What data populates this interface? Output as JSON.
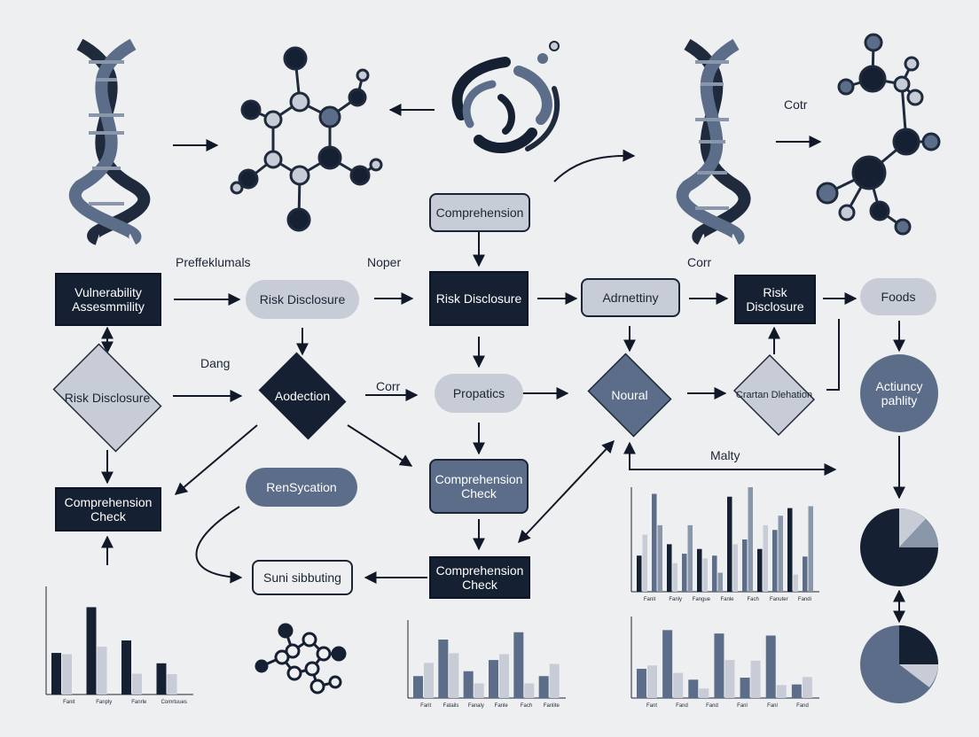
{
  "colors": {
    "dark": "#162033",
    "mid": "#5b6d88",
    "light": "#c7ccd6",
    "background": "#eeeff1"
  },
  "labels": {
    "prefix_label": "Preffeklumals",
    "noper": "Noper",
    "corr_top": "Corr",
    "cotr": "Cotr",
    "dang": "Dang",
    "corr_mid": "Corr",
    "malty": "Malty"
  },
  "nodes": {
    "comprehension_top": "Comprehension",
    "vulnerability": "Vulnerability Assesmmility",
    "risk_disclosure_1": "Risk Disclosure",
    "risk_disclosure_2": "Risk Disclosure",
    "adrnettiny": "Adrnettiny",
    "risk_disclosure_3": "Risk Disclosure",
    "foods": "Foods",
    "risk_disclosure_diamond": "Risk Disclosure",
    "aodection": "Aodection",
    "propatics": "Propatics",
    "noural": "Noural",
    "crartan": "Crartan Dlehation",
    "actiuncy": "Actiuncy pahlity",
    "comprehension_check_left": "Comprehension Check",
    "rensycation": "RenSycation",
    "comprehension_check_mid": "Comprehension Check",
    "suni_sibuting": "Suni sibbuting",
    "comprehension_check_bottom": "Comprehension Check"
  },
  "icons": [
    "dna-helix-icon",
    "molecule-icon",
    "swirl-icon",
    "pie-chart-icon",
    "network-icon"
  ],
  "chart_data": [
    {
      "type": "bar",
      "categories": [
        "Fanit",
        "Fanply",
        "Fanrle",
        "Comrtuues"
      ],
      "series": [
        {
          "values": [
            100,
            210,
            130,
            75
          ]
        },
        {
          "values": [
            97,
            115,
            50,
            49
          ]
        }
      ],
      "ylim": [
        0,
        260
      ]
    },
    {
      "type": "bar",
      "categories": [
        "Farit",
        "Fatails",
        "Fanaly",
        "Fanle",
        "Fach",
        "Fanlite"
      ],
      "series": [
        {
          "values": [
            45,
            120,
            55,
            78,
            135,
            45
          ]
        },
        {
          "values": [
            72,
            92,
            30,
            90,
            30,
            70
          ]
        }
      ],
      "ylim": [
        0,
        160
      ]
    },
    {
      "type": "bar",
      "categories": [
        "Fanit",
        "Fanly",
        "Fangue",
        "Fanle",
        "Fach",
        "Fanuter",
        "Fandi"
      ],
      "series": [
        {
          "values": [
            38,
            103,
            50,
            40,
            45,
            38,
            100,
            55,
            45,
            65,
            88,
            37
          ]
        },
        {
          "values": [
            60,
            70,
            30,
            70,
            35,
            20,
            50,
            110,
            70,
            80,
            18,
            90
          ]
        }
      ],
      "ylim": [
        0,
        110
      ]
    },
    {
      "type": "bar",
      "categories": [
        "Fant",
        "Fand",
        "Fand",
        "Fanl",
        "Fanl",
        "Fand"
      ],
      "series": [
        {
          "values": [
            43,
            100,
            27,
            95,
            30,
            92,
            20
          ]
        },
        {
          "values": [
            48,
            37,
            14,
            56,
            55,
            19,
            31
          ]
        }
      ],
      "ylim": [
        0,
        120
      ]
    }
  ]
}
